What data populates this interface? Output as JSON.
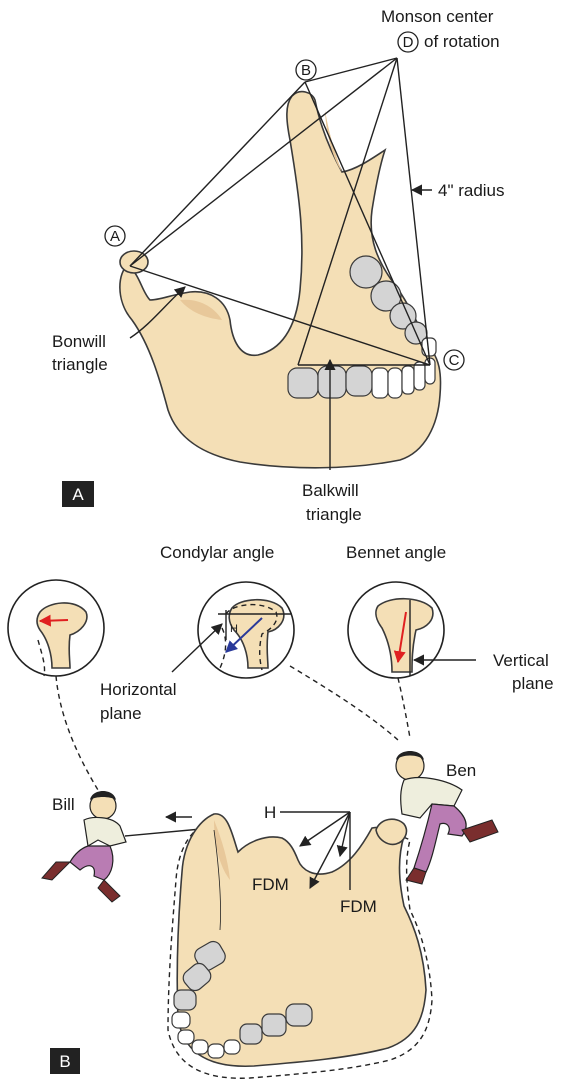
{
  "panel_a": {
    "panel_label": "A",
    "points": {
      "a": "A",
      "b": "B",
      "c": "C",
      "d": "D"
    },
    "monson_line1": "Monson center",
    "monson_line2": "of rotation",
    "radius_label": "4\" radius",
    "bonwill_line1": "Bonwill",
    "bonwill_line2": "triangle",
    "balkwill_line1": "Balkwill",
    "balkwill_line2": "triangle"
  },
  "panel_b": {
    "panel_label": "B",
    "condylar_angle": "Condylar angle",
    "bennet_angle": "Bennet angle",
    "inset_h": "H",
    "horizontal_line1": "Horizontal",
    "horizontal_line2": "plane",
    "vertical_line1": "Vertical",
    "vertical_line2": "plane",
    "bill": "Bill",
    "ben": "Ben",
    "h_label": "H",
    "fdm_left": "FDM",
    "fdm_right": "FDM"
  },
  "colors": {
    "bone": "#f4dfb6",
    "tooth": "#d4d4d4",
    "red_arrow": "#e02020",
    "blue_arrow": "#2a3a9a",
    "pants": "#b97cb3",
    "shirt": "#eeeedd"
  }
}
